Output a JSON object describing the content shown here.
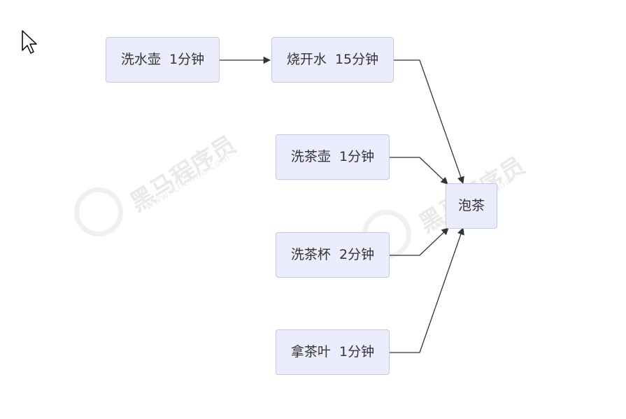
{
  "diagram": {
    "nodes": [
      {
        "id": "wash-kettle",
        "label": "洗水壶  1分钟"
      },
      {
        "id": "boil-water",
        "label": "烧开水  15分钟"
      },
      {
        "id": "wash-teapot",
        "label": "洗茶壶  1分钟"
      },
      {
        "id": "wash-cups",
        "label": "洗茶杯  2分钟"
      },
      {
        "id": "get-tea",
        "label": "拿茶叶  1分钟"
      },
      {
        "id": "brew-tea",
        "label": "泡茶"
      }
    ],
    "edges": [
      {
        "from": "wash-kettle",
        "to": "boil-water"
      },
      {
        "from": "boil-water",
        "to": "brew-tea"
      },
      {
        "from": "wash-teapot",
        "to": "brew-tea"
      },
      {
        "from": "wash-cups",
        "to": "brew-tea"
      },
      {
        "from": "get-tea",
        "to": "brew-tea"
      }
    ],
    "colors": {
      "node_fill": "#ececff",
      "node_border": "#c6c7ef",
      "edge": "#333333",
      "text": "#333333"
    }
  },
  "watermark": {
    "brand": "黑马程序员",
    "url": "www.itheima.com"
  },
  "icons": {
    "cursor": "arrow-cursor-icon"
  }
}
